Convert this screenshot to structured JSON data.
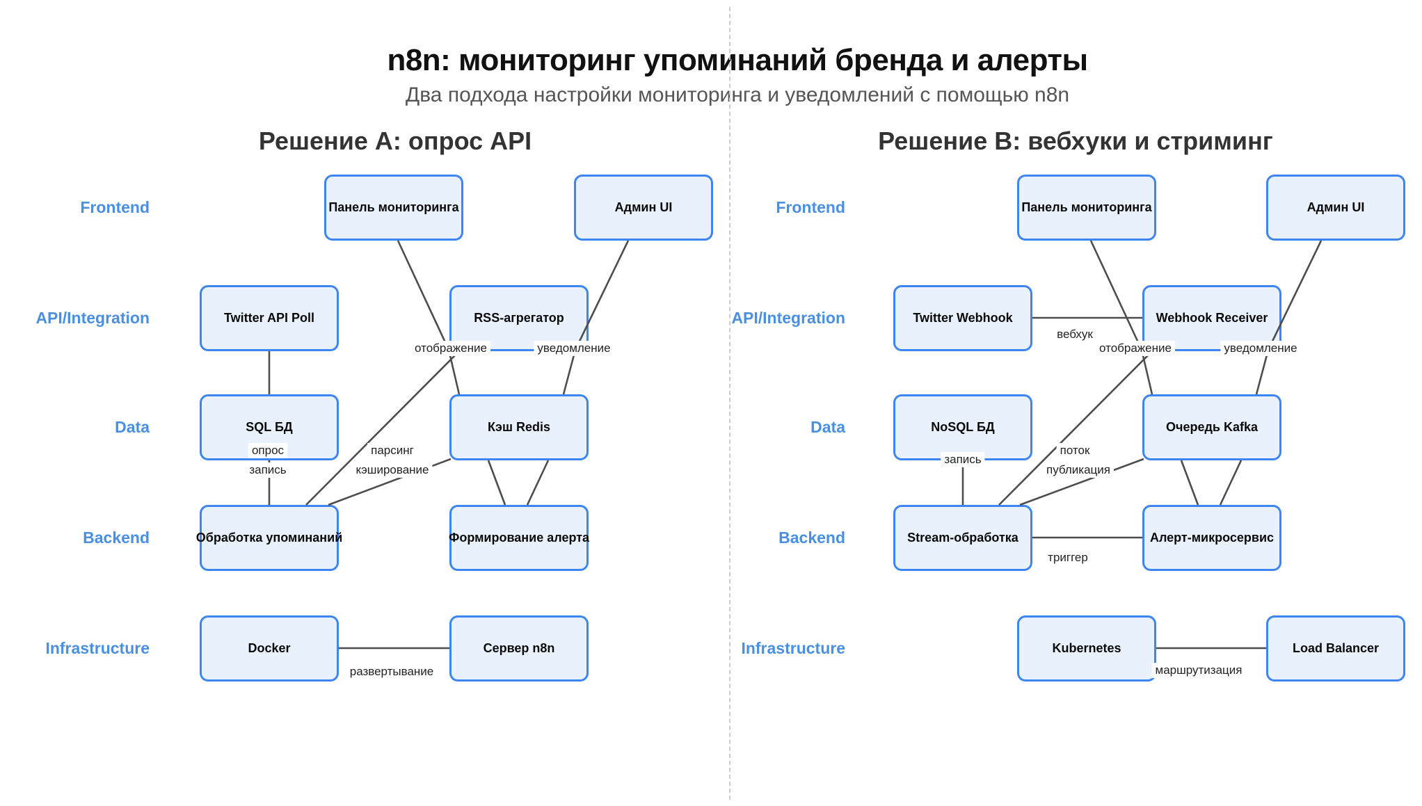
{
  "title": "n8n: мониторинг упоминаний бренда и алерты",
  "subtitle": "Два подхода настройки мониторинга и уведомлений с помощью n8n",
  "layers": [
    "Frontend",
    "API/Integration",
    "Data",
    "Backend",
    "Infrastructure"
  ],
  "colors": {
    "node_fill": "#e9f1fc",
    "node_border": "#3d85f0",
    "layer_label": "#4a90e2",
    "edge_line": "#4d4d4d",
    "title_text": "#111111",
    "section_title": "#333333",
    "subtitle_text": "#555555",
    "edge_label_text": "#222222"
  },
  "solution_a": {
    "title": "Решение A: опрос API",
    "nodes": {
      "dashboard": "Панель мониторинга",
      "admin": "Админ UI",
      "twitter": "Twitter API Poll",
      "rss": "RSS-агрегатор",
      "sql": "SQL БД",
      "redis": "Кэш Redis",
      "mentions": "Обработка упоминаний",
      "alerts": "Формирование алерта",
      "docker": "Docker",
      "server": "Сервер n8n"
    },
    "edge_labels": {
      "display": "отображение",
      "notify": "уведомление",
      "poll": "опрос",
      "write": "запись",
      "parse": "парсинг",
      "cache": "кэширование",
      "deploy": "развертывание"
    }
  },
  "solution_b": {
    "title": "Решение B: вебхуки и стриминг",
    "nodes": {
      "dashboard": "Панель мониторинга",
      "admin": "Админ UI",
      "twitter": "Twitter Webhook",
      "receiver": "Webhook Receiver",
      "nosql": "NoSQL БД",
      "kafka": "Очередь Kafka",
      "stream": "Stream-обработка",
      "alert": "Алерт-микросервис",
      "k8s": "Kubernetes",
      "lb": "Load Balancer"
    },
    "edge_labels": {
      "webhook": "вебхук",
      "display": "отображение",
      "notify": "уведомление",
      "write": "запись",
      "stream": "поток",
      "publish": "публикация",
      "trigger": "триггер",
      "routing": "маршрутизация"
    }
  }
}
